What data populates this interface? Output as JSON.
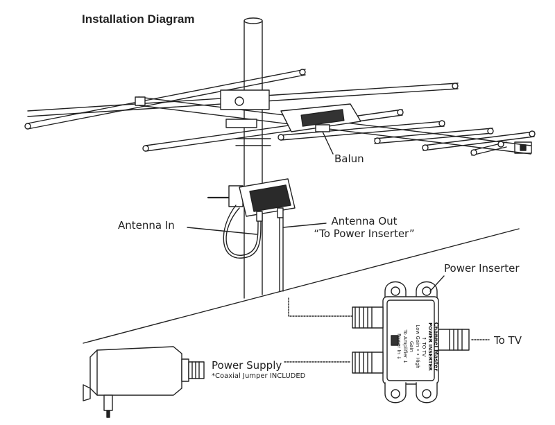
{
  "title": "Installation Diagram",
  "labels": {
    "balun": "Balun",
    "antenna_in": "Antenna In",
    "antenna_out_line1": "Antenna Out",
    "antenna_out_line2": "“To Power Inserter”",
    "power_inserter": "Power Inserter",
    "to_tv": "To TV",
    "power_supply": "Power Supply",
    "power_supply_note": "*Coaxial Jumper INCLUDED"
  },
  "device_text": {
    "brand": "Channel Master",
    "device_name": "POWER INSERTER",
    "port_to_tv": "↑ TO TV",
    "port_to_amplifier": "To Amplifier ↓",
    "port_power_in": "Power In ↓",
    "gain_switch": "Low Gain • • High Gain"
  },
  "icons": [
    "antenna-icon",
    "mast-icon",
    "amplifier-icon",
    "power-inserter-icon",
    "power-supply-icon",
    "coax-cable-icon"
  ]
}
